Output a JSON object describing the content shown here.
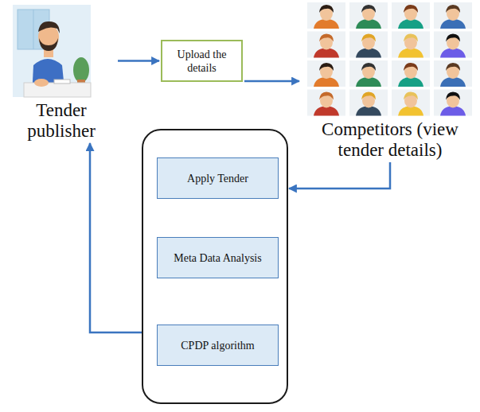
{
  "diagram": {
    "nodes": [
      {
        "text": [
          "Tender publisher"
        ]
      },
      {
        "text": [
          "Upload the details"
        ]
      },
      {
        "text": [
          "Competitors (view tender details)"
        ]
      },
      {
        "text": []
      },
      {
        "text": [
          "Apply Tender"
        ],
        "in": 3
      },
      {
        "text": [
          "Meta Data Analysis"
        ],
        "in": 3
      },
      {
        "text": [
          "CPDP algorithm"
        ],
        "in": 3
      }
    ],
    "edges": [
      {
        "from": 0,
        "to": 1,
        "arrow": "to"
      },
      {
        "from": 1,
        "to": 2,
        "arrow": "to"
      },
      {
        "from": 2,
        "to": 3,
        "arrow": "to"
      },
      {
        "from": 4,
        "to": 5,
        "arrow": "to"
      },
      {
        "from": 5,
        "to": 6,
        "arrow": "to"
      },
      {
        "from": 3,
        "to": 0,
        "arrow": "to"
      }
    ]
  }
}
